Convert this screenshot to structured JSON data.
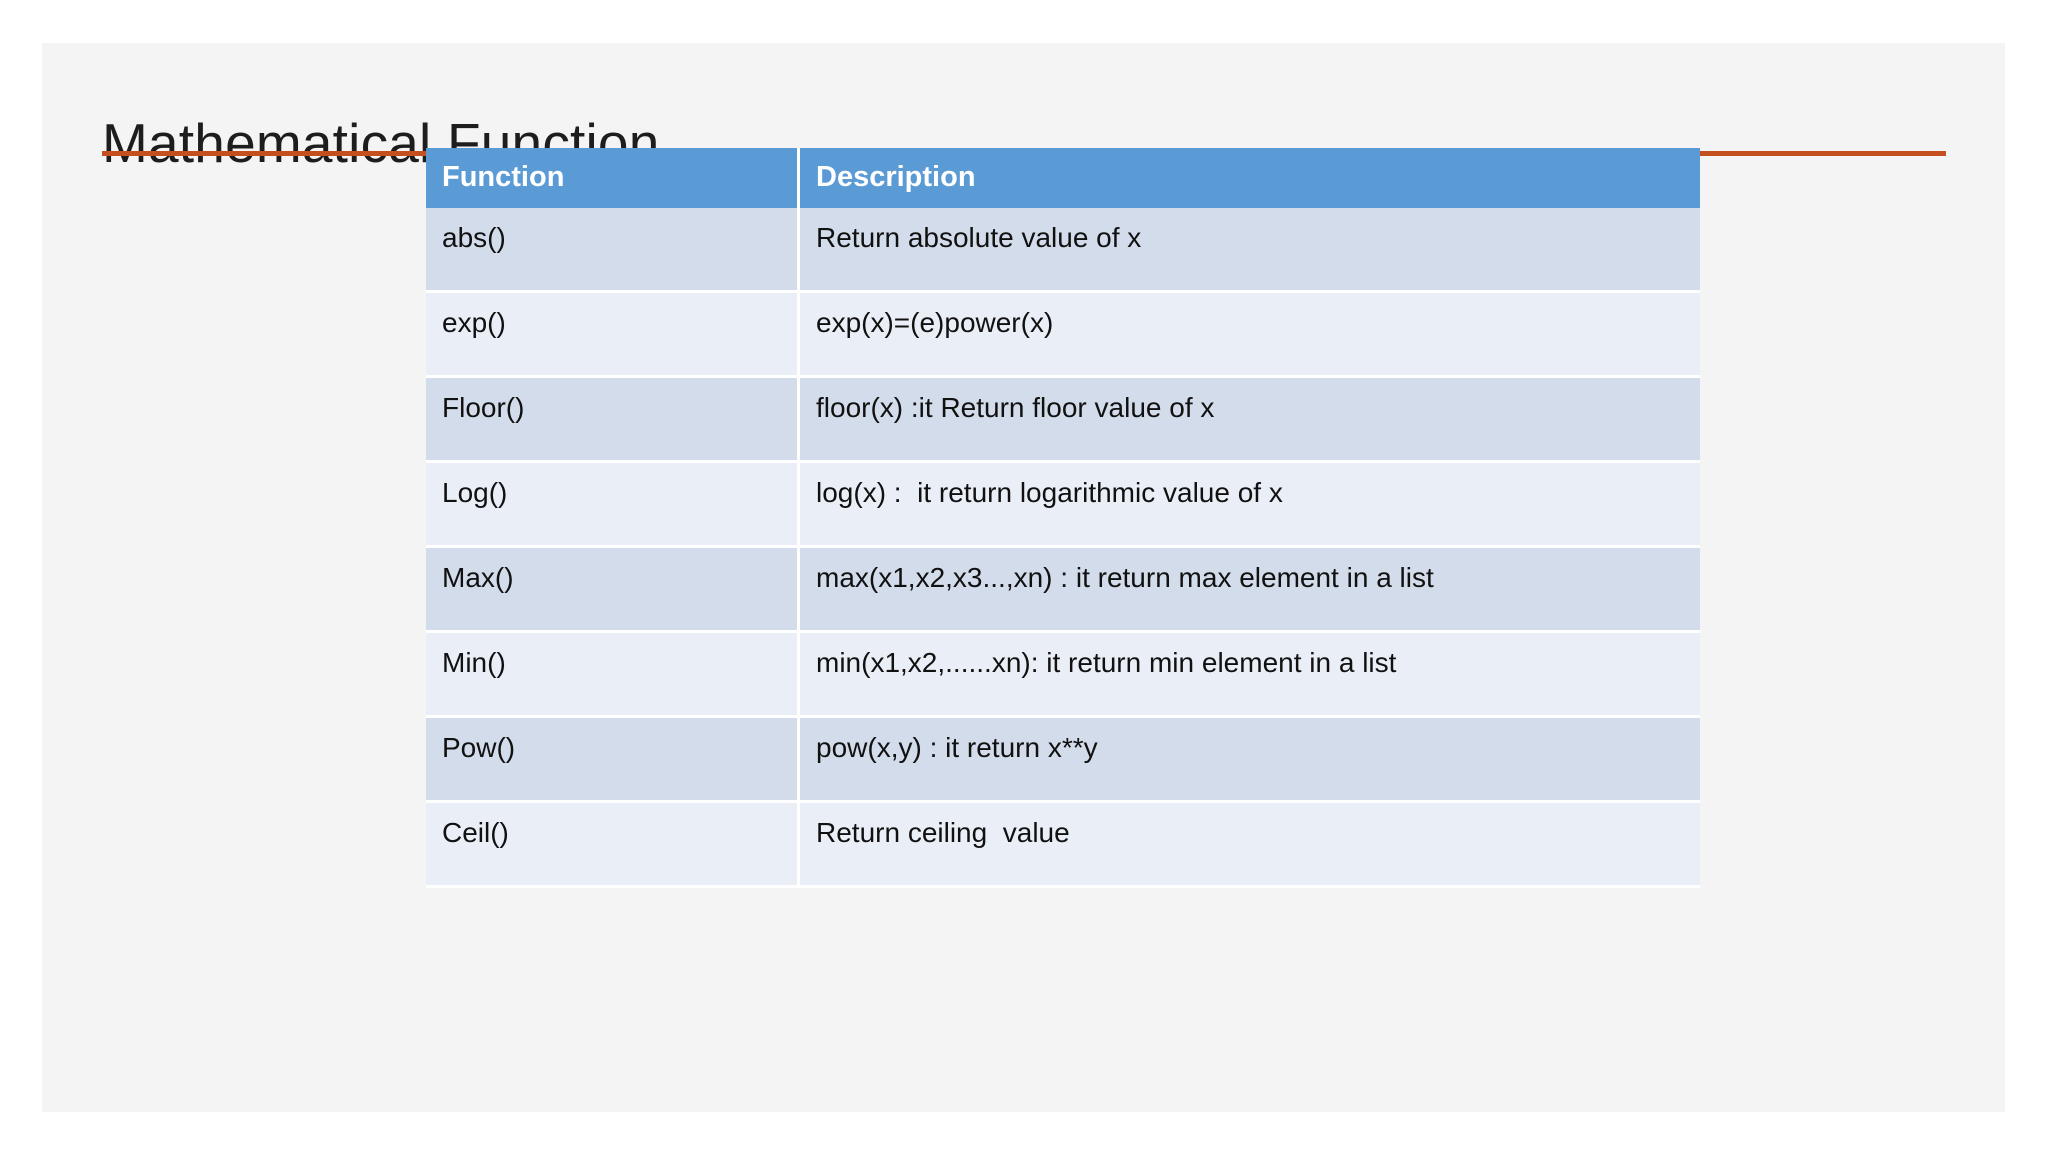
{
  "slide": {
    "title": "Mathematical Function",
    "accent_color": "#c4501f",
    "background_color": "#f4f4f4",
    "header_color": "#5b9bd5",
    "band_dark_color": "#d3dcea",
    "band_light_color": "#eaeff7"
  },
  "table": {
    "columns": [
      "Function",
      "Description"
    ],
    "rows": [
      {
        "function": "abs()",
        "description": "Return absolute value of x"
      },
      {
        "function": "exp()",
        "description": "exp(x)=(e)power(x)"
      },
      {
        "function": "Floor()",
        "description": "floor(x) :it Return floor value of x"
      },
      {
        "function": "Log()",
        "description": "log(x) :  it return logarithmic value of x"
      },
      {
        "function": "Max()",
        "description": "max(x1,x2,x3...,xn) : it return max element in a list"
      },
      {
        "function": "Min()",
        "description": "min(x1,x2,......xn): it return min element in a list"
      },
      {
        "function": "Pow()",
        "description": "pow(x,y) : it return x**y"
      },
      {
        "function": "Ceil()",
        "description": "Return ceiling  value"
      }
    ]
  }
}
